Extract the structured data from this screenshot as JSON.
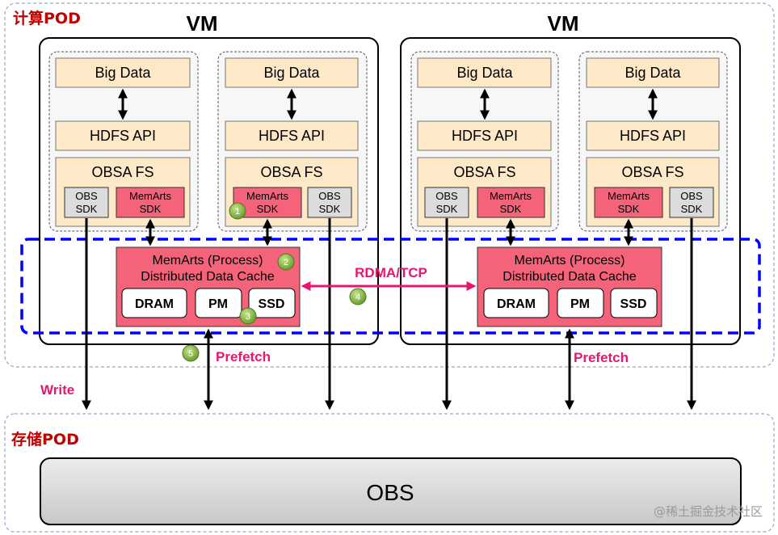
{
  "compute_pod": {
    "title": "计算POD"
  },
  "storage_pod": {
    "title": "存储POD",
    "obs_label": "OBS"
  },
  "vms": [
    {
      "title": "VM",
      "stacks": [
        {
          "app": "Big Data",
          "api": "HDFS API",
          "fs": "OBSA FS",
          "sdk_a": "OBS\nSDK",
          "sdk_b": "MemArts\nSDK"
        },
        {
          "app": "Big Data",
          "api": "HDFS API",
          "fs": "OBSA FS",
          "sdk_a": "MemArts\nSDK",
          "sdk_b": "OBS\nSDK"
        }
      ],
      "cache": {
        "line1": "MemArts (Process)",
        "line2": "Distributed Data Cache",
        "media": [
          "DRAM",
          "PM",
          "SSD"
        ]
      }
    },
    {
      "title": "VM",
      "stacks": [
        {
          "app": "Big Data",
          "api": "HDFS API",
          "fs": "OBSA FS",
          "sdk_a": "OBS\nSDK",
          "sdk_b": "MemArts\nSDK"
        },
        {
          "app": "Big Data",
          "api": "HDFS API",
          "fs": "OBSA FS",
          "sdk_a": "MemArts\nSDK",
          "sdk_b": "OBS\nSDK"
        }
      ],
      "cache": {
        "line1": "MemArts (Process)",
        "line2": "Distributed Data Cache",
        "media": [
          "DRAM",
          "PM",
          "SSD"
        ]
      }
    }
  ],
  "links": {
    "rdma": "RDMA/TCP",
    "write": "Write",
    "prefetch_left": "Prefetch",
    "prefetch_right": "Prefetch"
  },
  "steps": [
    "1",
    "2",
    "3",
    "4",
    "5"
  ],
  "watermark": "@稀土掘金技术社区",
  "colors": {
    "stack_box": "#fde9c8",
    "memarts_pink": "#f4637a",
    "obs_gray": "#dcdcdc",
    "pod_title_red": "#c00000",
    "link_pink": "#e8166e",
    "cache_dashed_blue": "#0000ff",
    "step_green": "#8bc34a"
  }
}
